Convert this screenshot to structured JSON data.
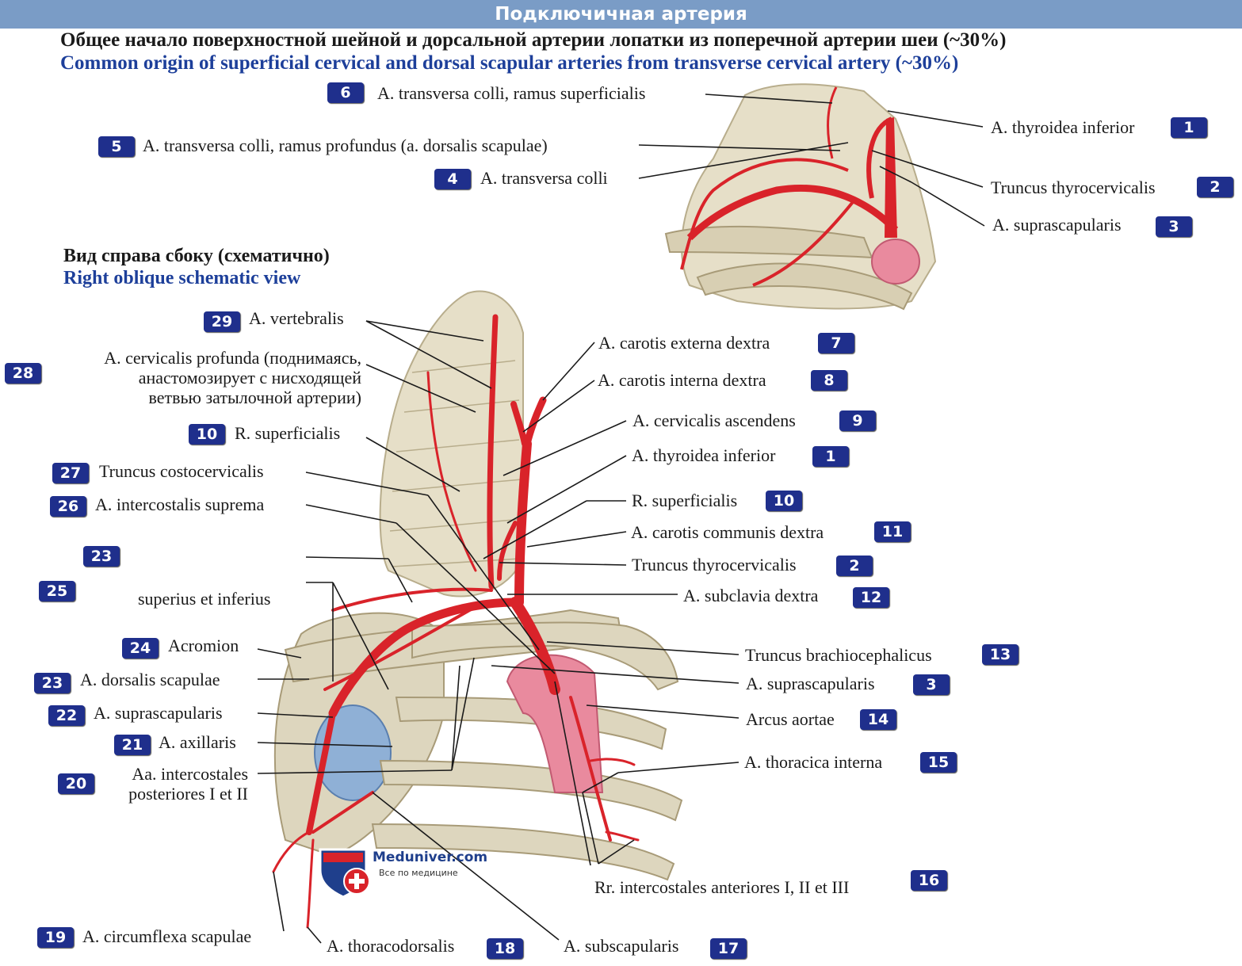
{
  "header": {
    "title": "Подключичная артерия"
  },
  "inset": {
    "title_ru": "Общее начало поверхностной шейной и дорсальной артерии лопатки из поперечной артерии шеи (~30%)",
    "title_en": "Common origin of superficial cervical and dorsal scapular arteries from transverse cervical artery (~30%)"
  },
  "main_view": {
    "title_ru": "Вид справа сбоку (схематично)",
    "title_en": "Right oblique schematic view"
  },
  "labels": {
    "i6": {
      "num": "6",
      "text": "A. transversa colli, ramus superficialis"
    },
    "i5": {
      "num": "5",
      "text": "A. transversa colli, ramus profundus (a. dorsalis scapulae)"
    },
    "i4": {
      "num": "4",
      "text": "A. transversa colli"
    },
    "i1": {
      "num": "1",
      "text": "A. thyroidea inferior"
    },
    "i2": {
      "num": "2",
      "text": "Truncus thyrocervicalis"
    },
    "i3": {
      "num": "3",
      "text": "A. suprascapularis"
    },
    "m29": {
      "num": "29",
      "text": "A. vertebralis"
    },
    "m28": {
      "num": "28",
      "line1": "A. cervicalis profunda (поднимаясь,",
      "line2": "анастомозирует с нисходящей",
      "line3": "ветвью затылочной артерии)"
    },
    "m10l": {
      "num": "10",
      "text": "R. superficialis"
    },
    "m27": {
      "num": "27",
      "text": "Truncus costocervicalis"
    },
    "m26": {
      "num": "26",
      "text": "A. intercostalis suprema"
    },
    "m23a": {
      "num": "23"
    },
    "m25": {
      "num": "25",
      "text": "superius et inferius"
    },
    "m24": {
      "num": "24",
      "text": "Acromion"
    },
    "m23b": {
      "num": "23",
      "text": "A. dorsalis scapulae"
    },
    "m22": {
      "num": "22",
      "text": "A. suprascapularis"
    },
    "m21": {
      "num": "21",
      "text": "A. axillaris"
    },
    "m20": {
      "num": "20",
      "line1": "Aa. intercostales",
      "line2": "posteriores I et II"
    },
    "m19": {
      "num": "19",
      "text": "A. circumflexa scapulae"
    },
    "m18": {
      "num": "18",
      "text": "A. thoracodorsalis"
    },
    "m17": {
      "num": "17",
      "text": "A. subscapularis"
    },
    "m7": {
      "num": "7",
      "text": "A. carotis externa dextra"
    },
    "m8": {
      "num": "8",
      "text": "A. carotis interna dextra"
    },
    "m9": {
      "num": "9",
      "text": "A. cervicalis ascendens"
    },
    "m1": {
      "num": "1",
      "text": "A. thyroidea inferior"
    },
    "m10r": {
      "num": "10",
      "text": "R. superficialis"
    },
    "m11": {
      "num": "11",
      "text": "A. carotis communis dextra"
    },
    "m2": {
      "num": "2",
      "text": "Truncus thyrocervicalis"
    },
    "m12": {
      "num": "12",
      "text": "A. subclavia dextra"
    },
    "m13": {
      "num": "13",
      "text": "Truncus brachiocephalicus"
    },
    "m3": {
      "num": "3",
      "text": "A. suprascapularis"
    },
    "m14": {
      "num": "14",
      "text": "Arcus aortae"
    },
    "m15": {
      "num": "15",
      "text": "A. thoracica interna"
    },
    "m16": {
      "num": "16",
      "text": "Rr. intercostales anteriores I, II et III"
    }
  },
  "logo": {
    "title": "Meduniver.com",
    "subtitle": "Все по медицине"
  },
  "colors": {
    "artery": "#d9232a",
    "bone": "#ddd6be",
    "badge": "#1f2f8c",
    "header_bg": "#7a9cc6",
    "english_title": "#1d3f9a"
  }
}
